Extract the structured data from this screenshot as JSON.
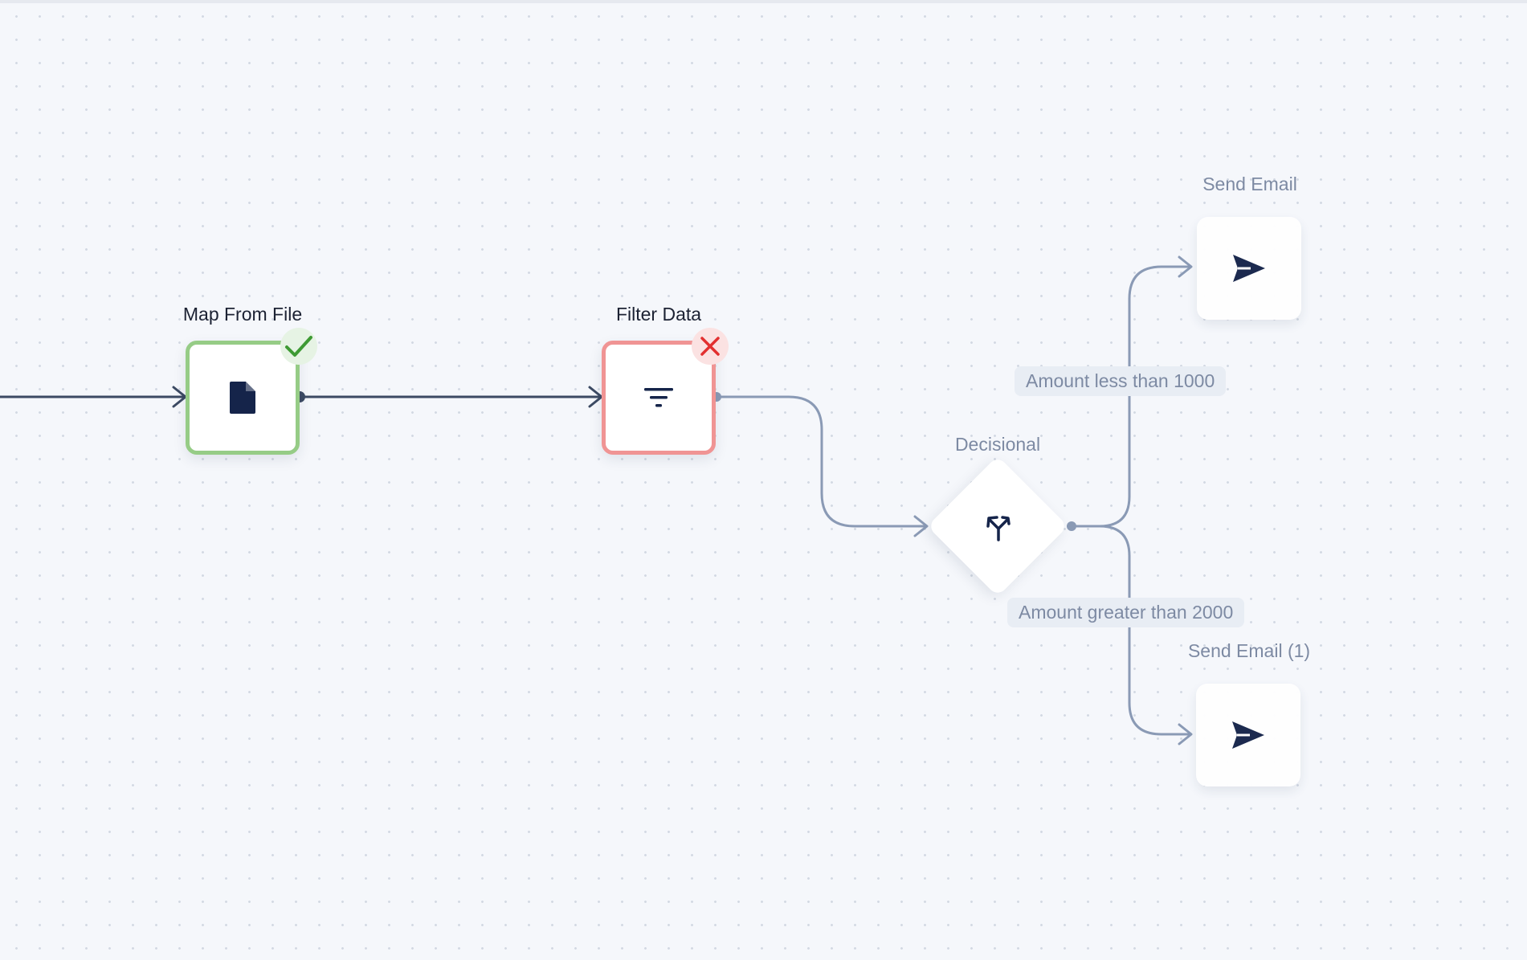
{
  "nodes": {
    "map_from_file": {
      "label": "Map From File",
      "status": "success",
      "icon": "file-icon"
    },
    "filter_data": {
      "label": "Filter Data",
      "status": "error",
      "icon": "filter-icon"
    },
    "decisional": {
      "label": "Decisional",
      "icon": "split-branch-icon"
    },
    "send_email": {
      "label": "Send Email",
      "icon": "send-icon"
    },
    "send_email_1": {
      "label": "Send Email (1)",
      "icon": "send-icon"
    }
  },
  "edges": {
    "less_than": "Amount less than 1000",
    "greater_than": "Amount greater than 2000"
  },
  "colors": {
    "canvas": "#f5f7fb",
    "active_edge": "#3c4a63",
    "inactive_edge": "#8a9ab5",
    "success": "#96cc86",
    "error": "#f09494",
    "icon": "#15244a"
  }
}
